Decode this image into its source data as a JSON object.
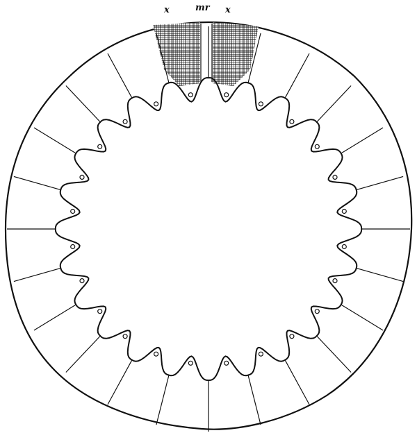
{
  "figure": {
    "labels": [
      {
        "id": "label-x-left",
        "text": "x"
      },
      {
        "id": "label-mr",
        "text": "mr"
      },
      {
        "id": "label-x-right",
        "text": "x"
      }
    ],
    "ring": {
      "lobe_count": 24,
      "shaded_lobes": 2
    },
    "colors": {
      "ink": "#111111",
      "paper": "#ffffff"
    }
  }
}
